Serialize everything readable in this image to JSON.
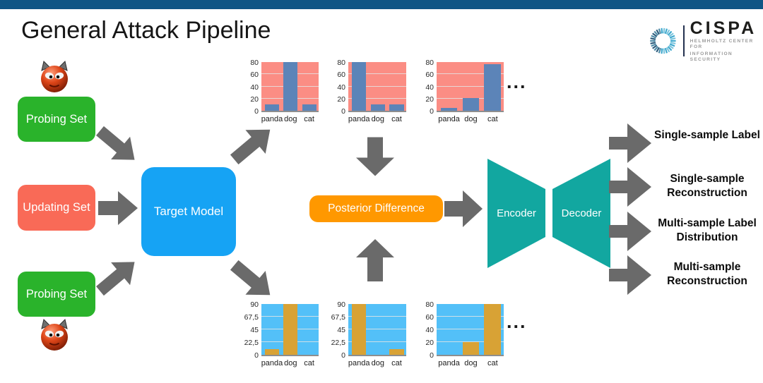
{
  "slide": {
    "title": "General Attack Pipeline"
  },
  "logo": {
    "name": "CISPA",
    "subtitle_line1": "HELMHOLTZ CENTER FOR",
    "subtitle_line2": "INFORMATION SECURITY"
  },
  "pipeline": {
    "probing_set_top": "Probing Set",
    "updating_set": "Updating Set",
    "probing_set_bottom": "Probing Set",
    "target_model": "Target Model",
    "posterior_difference": "Posterior Difference",
    "encoder": "Encoder",
    "decoder": "Decoder",
    "outputs": [
      "Single-sample Label",
      "Single-sample Reconstruction",
      "Multi-sample Label Distribution",
      "Multi-sample Reconstruction"
    ],
    "ellipsis": "..."
  },
  "colors": {
    "top_accent_bar": "#0F5585",
    "probing_green": "#2AB32B",
    "updating_red": "#F96A57",
    "target_blue": "#16A3F4",
    "posterior_orange": "#FF9800",
    "codec_teal": "#12A7A0",
    "arrow_gray": "#6A6A6A",
    "top_chart_bg": "#FB8D84",
    "top_chart_bar": "#5C84B8",
    "bottom_chart_bg": "#53C0F8",
    "bottom_chart_bar": "#D8A235"
  },
  "chart_data": [
    {
      "type": "bar",
      "row": "top",
      "index": 1,
      "title": "",
      "categories": [
        "panda",
        "dog",
        "cat"
      ],
      "values": [
        10,
        80,
        10
      ],
      "ticks": [
        "80",
        "60",
        "40",
        "20",
        "0"
      ],
      "ylim": [
        0,
        80
      ],
      "plot_bg": "#FB8D84",
      "bar_color": "#5C84B8",
      "grid": true
    },
    {
      "type": "bar",
      "row": "top",
      "index": 2,
      "title": "",
      "categories": [
        "panda",
        "dog",
        "cat"
      ],
      "values": [
        80,
        10,
        10
      ],
      "ticks": [
        "80",
        "60",
        "40",
        "20",
        "0"
      ],
      "ylim": [
        0,
        80
      ],
      "plot_bg": "#FB8D84",
      "bar_color": "#5C84B8",
      "grid": true
    },
    {
      "type": "bar",
      "row": "top",
      "index": 3,
      "title": "",
      "categories": [
        "panda",
        "dog",
        "cat"
      ],
      "values": [
        5,
        21,
        76
      ],
      "ticks": [
        "80",
        "60",
        "40",
        "20",
        "0"
      ],
      "ylim": [
        0,
        80
      ],
      "plot_bg": "#FB8D84",
      "bar_color": "#5C84B8",
      "grid": true
    },
    {
      "type": "bar",
      "row": "bottom",
      "index": 1,
      "title": "",
      "categories": [
        "panda",
        "dog",
        "cat"
      ],
      "values": [
        10,
        90,
        0
      ],
      "ticks": [
        "90",
        "67,5",
        "45",
        "22,5",
        "0"
      ],
      "ylim": [
        0,
        90
      ],
      "plot_bg": "#53C0F8",
      "bar_color": "#D8A235",
      "grid": true
    },
    {
      "type": "bar",
      "row": "bottom",
      "index": 2,
      "title": "",
      "categories": [
        "panda",
        "dog",
        "cat"
      ],
      "values": [
        90,
        0,
        10
      ],
      "ticks": [
        "90",
        "67,5",
        "45",
        "22,5",
        "0"
      ],
      "ylim": [
        0,
        90
      ],
      "plot_bg": "#53C0F8",
      "bar_color": "#D8A235",
      "grid": true
    },
    {
      "type": "bar",
      "row": "bottom",
      "index": 3,
      "title": "",
      "categories": [
        "panda",
        "dog",
        "cat"
      ],
      "values": [
        0,
        20,
        80
      ],
      "ticks": [
        "80",
        "60",
        "40",
        "20",
        "0"
      ],
      "ylim": [
        0,
        80
      ],
      "plot_bg": "#53C0F8",
      "bar_color": "#D8A235",
      "grid": true
    }
  ]
}
